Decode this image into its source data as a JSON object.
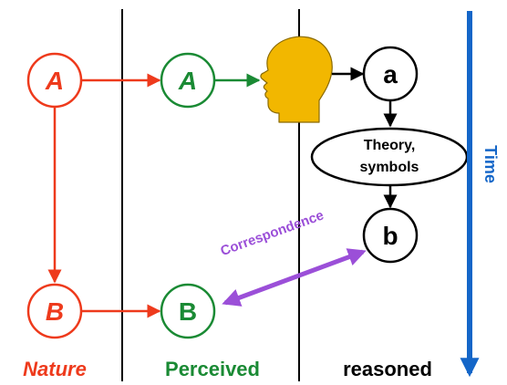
{
  "nature": {
    "node_top": "A",
    "node_bottom": "B",
    "column_label": "Nature",
    "color": "#ee3a1c"
  },
  "perceived": {
    "node_top": "A",
    "node_bottom": "B",
    "column_label": "Perceived",
    "color": "#1a8a34"
  },
  "reasoned": {
    "node_top": "a",
    "theory_line1": "Theory,",
    "theory_line2": "symbols",
    "node_bottom": "b",
    "column_label": "reasoned",
    "color": "#000000"
  },
  "correspondence": {
    "label": "Correspondence",
    "color": "#9b4fd8"
  },
  "time": {
    "label": "Time",
    "color": "#1466c8"
  },
  "head_icon": {
    "name": "human-head-icon",
    "fill": "#f2b700"
  }
}
